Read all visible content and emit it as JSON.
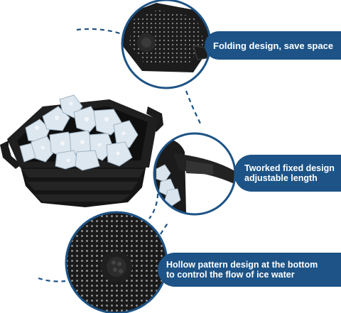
{
  "callouts": [
    {
      "lines": [
        "Folding design, save space"
      ]
    },
    {
      "lines": [
        "Tworked fixed design",
        "adjustable length"
      ]
    },
    {
      "lines": [
        "Hollow pattern design at the bottom",
        "to control the flow of ice water"
      ]
    }
  ],
  "colors": {
    "accent": "#1d5386",
    "product": "#1b1b1c",
    "ice": "#dce6ee"
  },
  "icons": [
    "hexagon-strainer-closeup",
    "handle-closeup",
    "drain-holes-closeup",
    "ice-bucket-product"
  ]
}
